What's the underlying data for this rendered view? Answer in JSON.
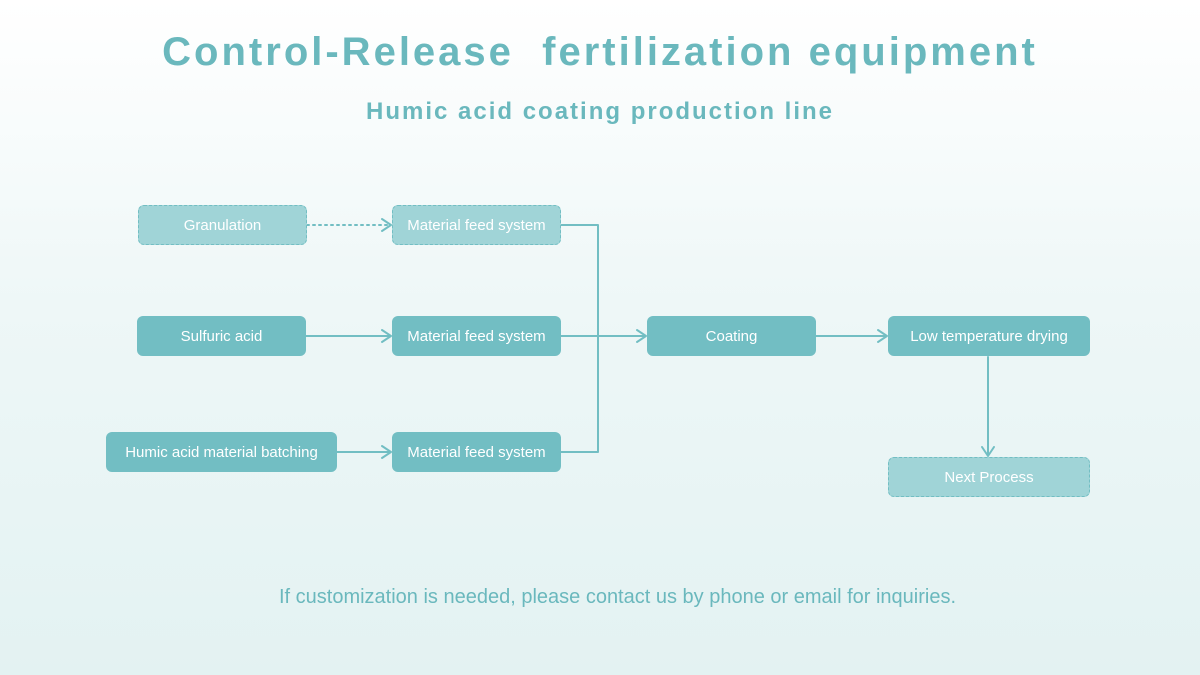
{
  "header": {
    "title": "Control-Release  fertilization equipment",
    "subtitle": "Humic acid coating production line"
  },
  "nodes": {
    "granulation": "Granulation",
    "feed_1": "Material feed system",
    "sulfuric_acid": "Sulfuric acid",
    "feed_2": "Material feed system",
    "humic_batching": "Humic acid material batching",
    "feed_3": "Material feed system",
    "coating": "Coating",
    "drying": "Low temperature drying",
    "next_process": "Next Process"
  },
  "footer": {
    "text": "If customization is needed, please contact us by phone or email for inquiries."
  },
  "colors": {
    "accent": "#6ab8bd",
    "node_fill": "#72bec3",
    "node_fill_light": "#a0d4d7",
    "text_on_node": "#ffffff"
  }
}
